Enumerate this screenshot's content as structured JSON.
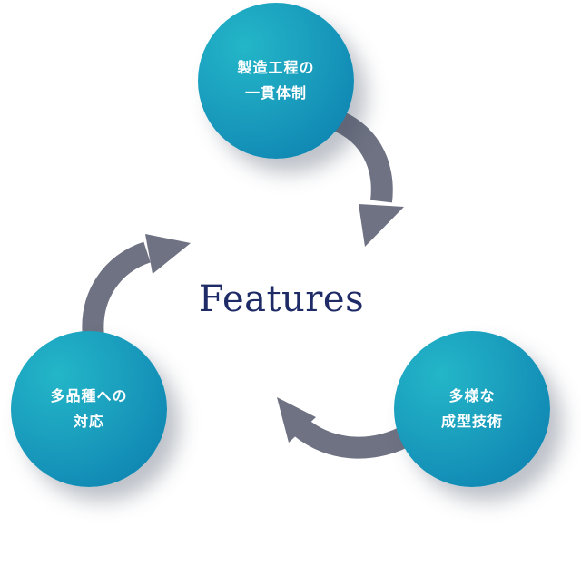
{
  "diagram": {
    "title": "Features",
    "nodes": [
      {
        "id": "top",
        "line1": "製造工程の",
        "line2": "一貫体制"
      },
      {
        "id": "right",
        "line1": "多様な",
        "line2": "成型技術"
      },
      {
        "id": "left",
        "line1": "多品種への",
        "line2": "対応"
      }
    ],
    "colors": {
      "node_light": "#23b6c8",
      "node_dark": "#0a7cae",
      "arrow": "#6e7282",
      "title": "#1e2b66"
    }
  }
}
